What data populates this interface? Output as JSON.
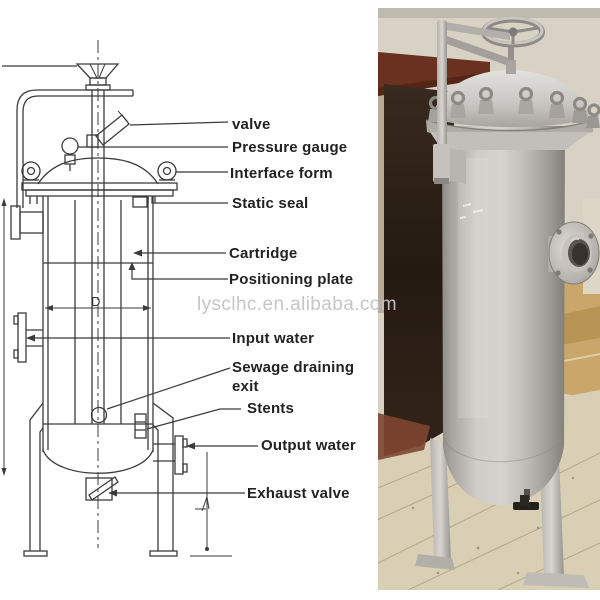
{
  "diagram": {
    "line_color": "#3b3b3b",
    "labels": [
      {
        "id": "valve",
        "text": "valve"
      },
      {
        "id": "pressure-gauge",
        "text": "Pressure gauge"
      },
      {
        "id": "interface-form",
        "text": "Interface form"
      },
      {
        "id": "static-seal",
        "text": "Static seal"
      },
      {
        "id": "cartridge",
        "text": "Cartridge"
      },
      {
        "id": "positioning-plate",
        "text": "Positioning plate"
      },
      {
        "id": "input-water",
        "text": "Input water"
      },
      {
        "id": "sewage-draining-exit",
        "text": "Sewage draining exit"
      },
      {
        "id": "stents",
        "text": "Stents"
      },
      {
        "id": "output-water",
        "text": "Output water"
      },
      {
        "id": "exhaust-valve",
        "text": "Exhaust valve"
      }
    ],
    "dimension_label_d": "D"
  },
  "watermark": {
    "text": "lysclhc.en.alibaba.com",
    "color": "#c3c3c3"
  },
  "photo": {
    "colors": {
      "wall": "#d7d2c4",
      "beam": "#6a3120",
      "dark_doorway": "#2a1e15",
      "tan_wall": "#c9a76b",
      "floor": "#d8cfb5",
      "vessel_steel": "#c9c7c3"
    }
  }
}
